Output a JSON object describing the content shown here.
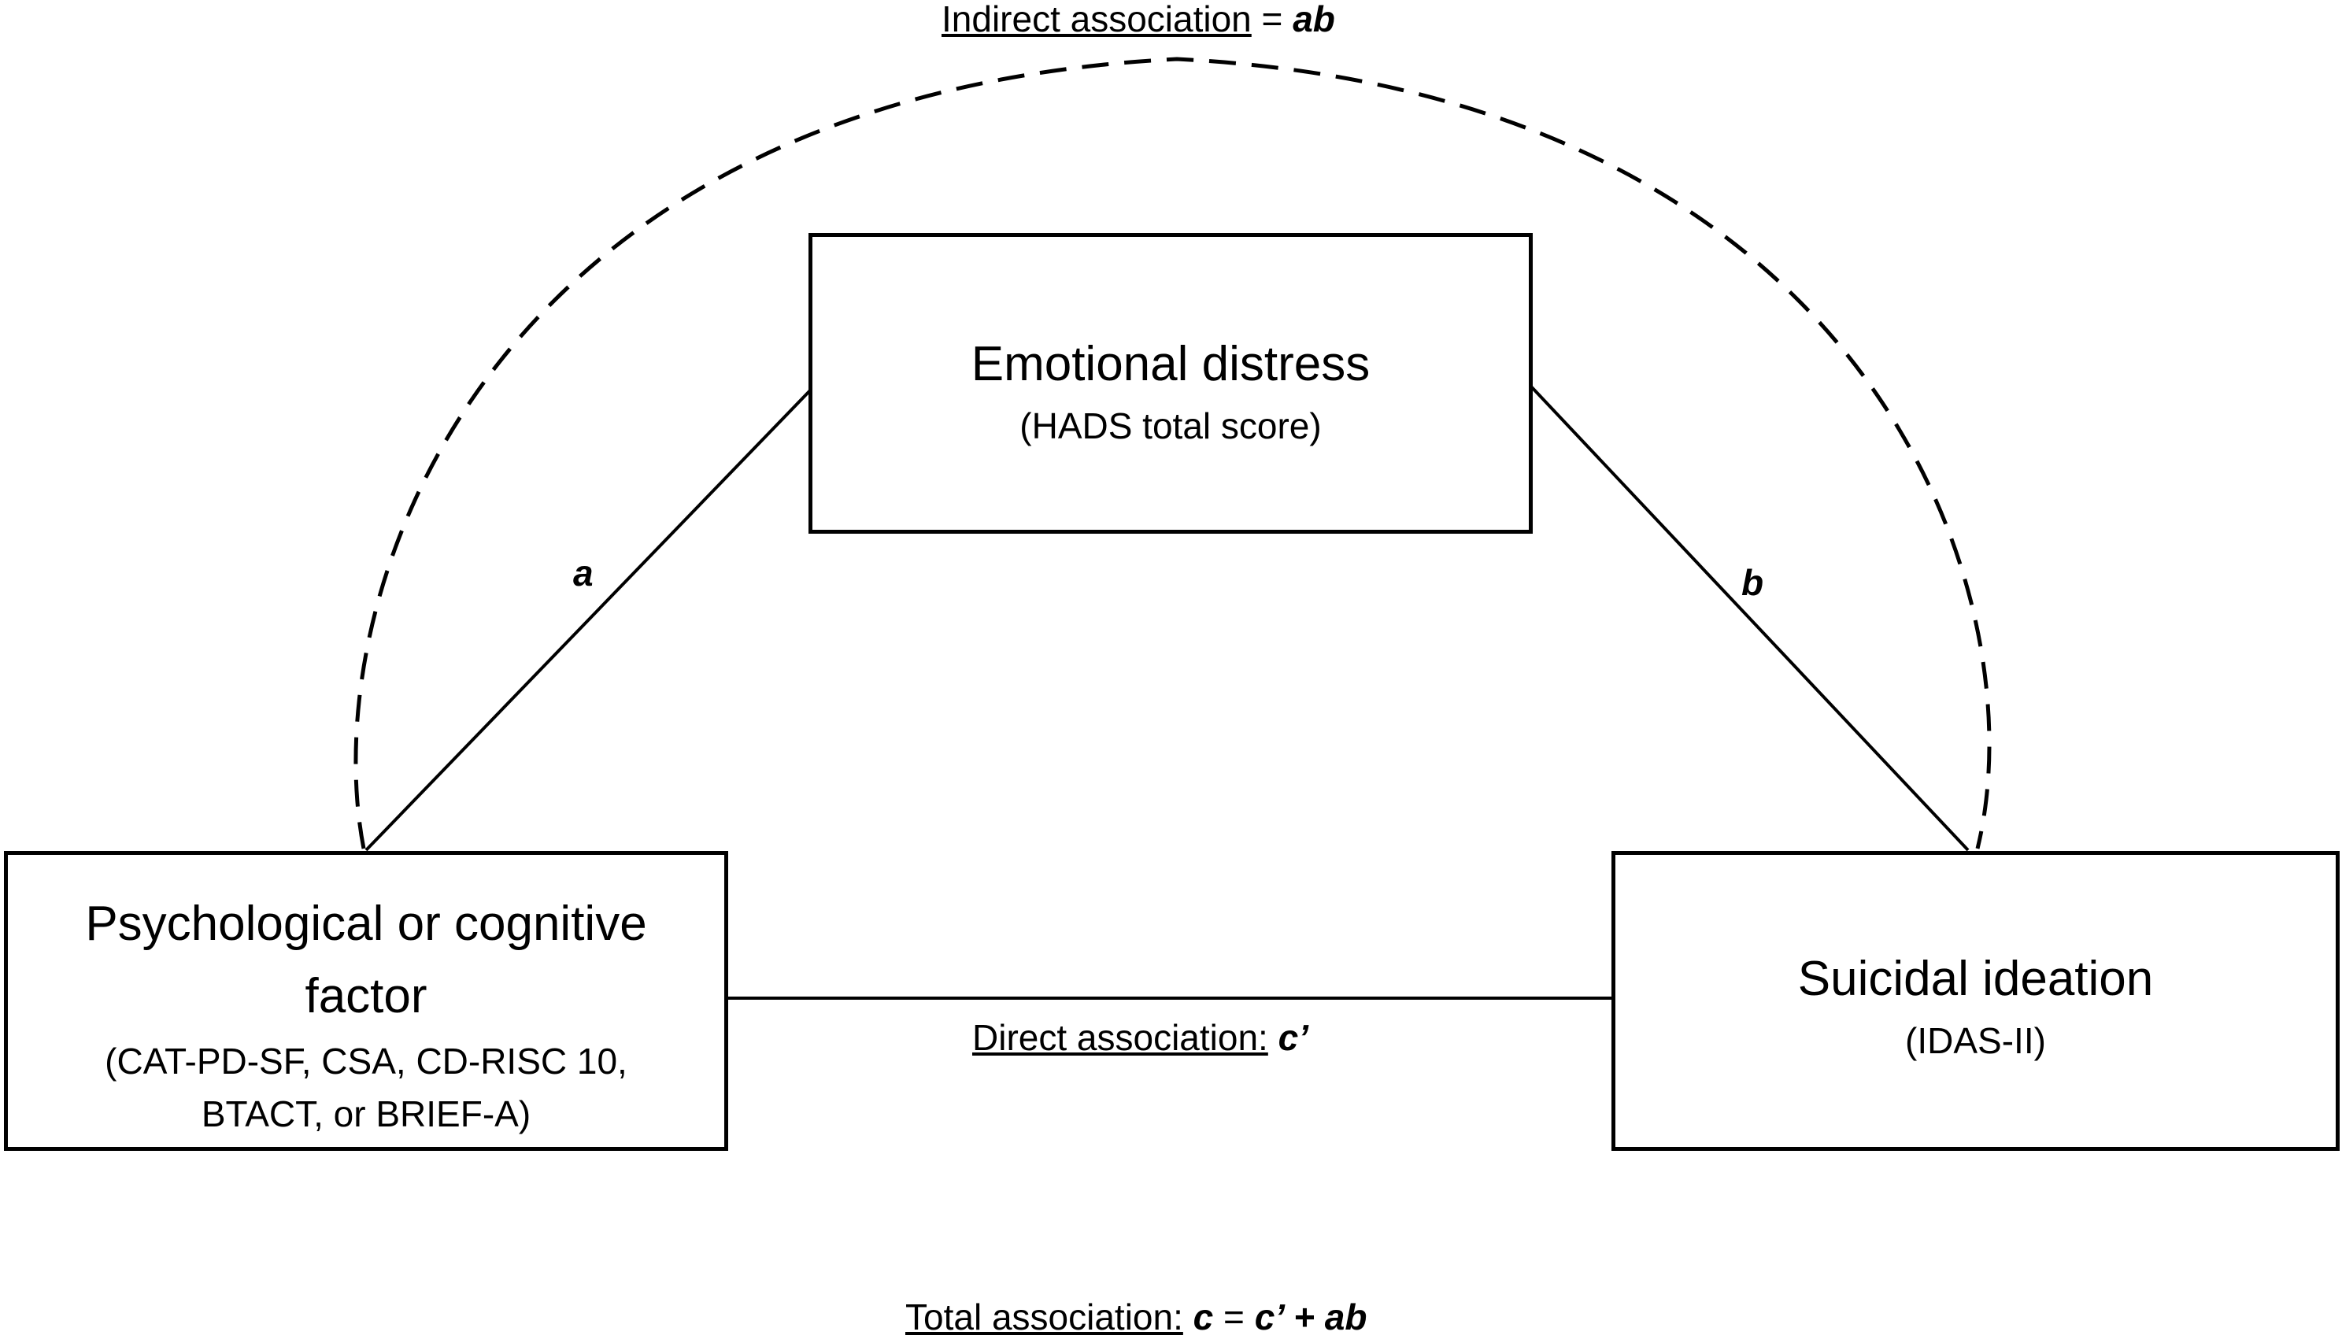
{
  "mediator": {
    "title": "Emotional distress",
    "subtitle": "(HADS total score)"
  },
  "predictor": {
    "title_line1": "Psychological or cognitive",
    "title_line2": "factor",
    "subtitle_line1": "(CAT-PD-SF, CSA, CD-RISC 10,",
    "subtitle_line2": "BTACT, or BRIEF-A)"
  },
  "outcome": {
    "title": "Suicidal ideation",
    "subtitle": "(IDAS-II)"
  },
  "paths": {
    "a": "a",
    "b": "b"
  },
  "indirect": {
    "label": "Indirect association",
    "eq": " = ",
    "term": "ab"
  },
  "direct": {
    "label": "Direct association:",
    "term": "c’"
  },
  "total": {
    "label": "Total association:",
    "c": "c",
    "eq": " = ",
    "expr": "c’ + ab"
  }
}
